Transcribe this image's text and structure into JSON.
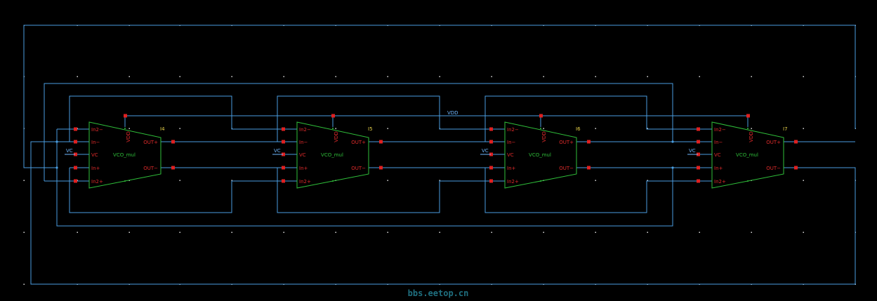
{
  "colors": {
    "background": "#000000",
    "wire": "#4a9de0",
    "symbol": "#2fbf3a",
    "pin_label": "#e02b2b",
    "pin_square": "#e02020",
    "instance_label": "#e8d24a",
    "net_label": "#6fb8ff",
    "grid_dot": "#ffffff",
    "watermark": "#1f6f7f"
  },
  "net_labels": {
    "vdd": "VDD",
    "vc": "VC"
  },
  "cells": [
    {
      "instance": "I4",
      "cell_name": "VCO_mul",
      "pins": {
        "in2n": "In2−",
        "inn": "In−",
        "vc": "VC",
        "inp": "In+",
        "in2p": "In2+",
        "vdd": "VDD",
        "outp": "OUT+",
        "outn": "OUT−"
      }
    },
    {
      "instance": "I5",
      "cell_name": "VCO_mul",
      "pins": {
        "in2n": "In2−",
        "inn": "In−",
        "vc": "VC",
        "inp": "In+",
        "in2p": "In2+",
        "vdd": "VDD",
        "outp": "OUT+",
        "outn": "OUT−"
      }
    },
    {
      "instance": "I6",
      "cell_name": "VCO_mul",
      "pins": {
        "in2n": "In2−",
        "inn": "In−",
        "vc": "VC",
        "inp": "In+",
        "in2p": "In2+",
        "vdd": "VDD",
        "outp": "OUT+",
        "outn": "OUT−"
      }
    },
    {
      "instance": "I7",
      "cell_name": "VCO_mul",
      "pins": {
        "in2n": "In2−",
        "inn": "In−",
        "vc": "VC",
        "inp": "In+",
        "in2p": "In2+",
        "vdd": "VDD",
        "outp": "OUT+",
        "outn": "OUT−"
      }
    }
  ],
  "watermark": "bbs.eetop.cn"
}
